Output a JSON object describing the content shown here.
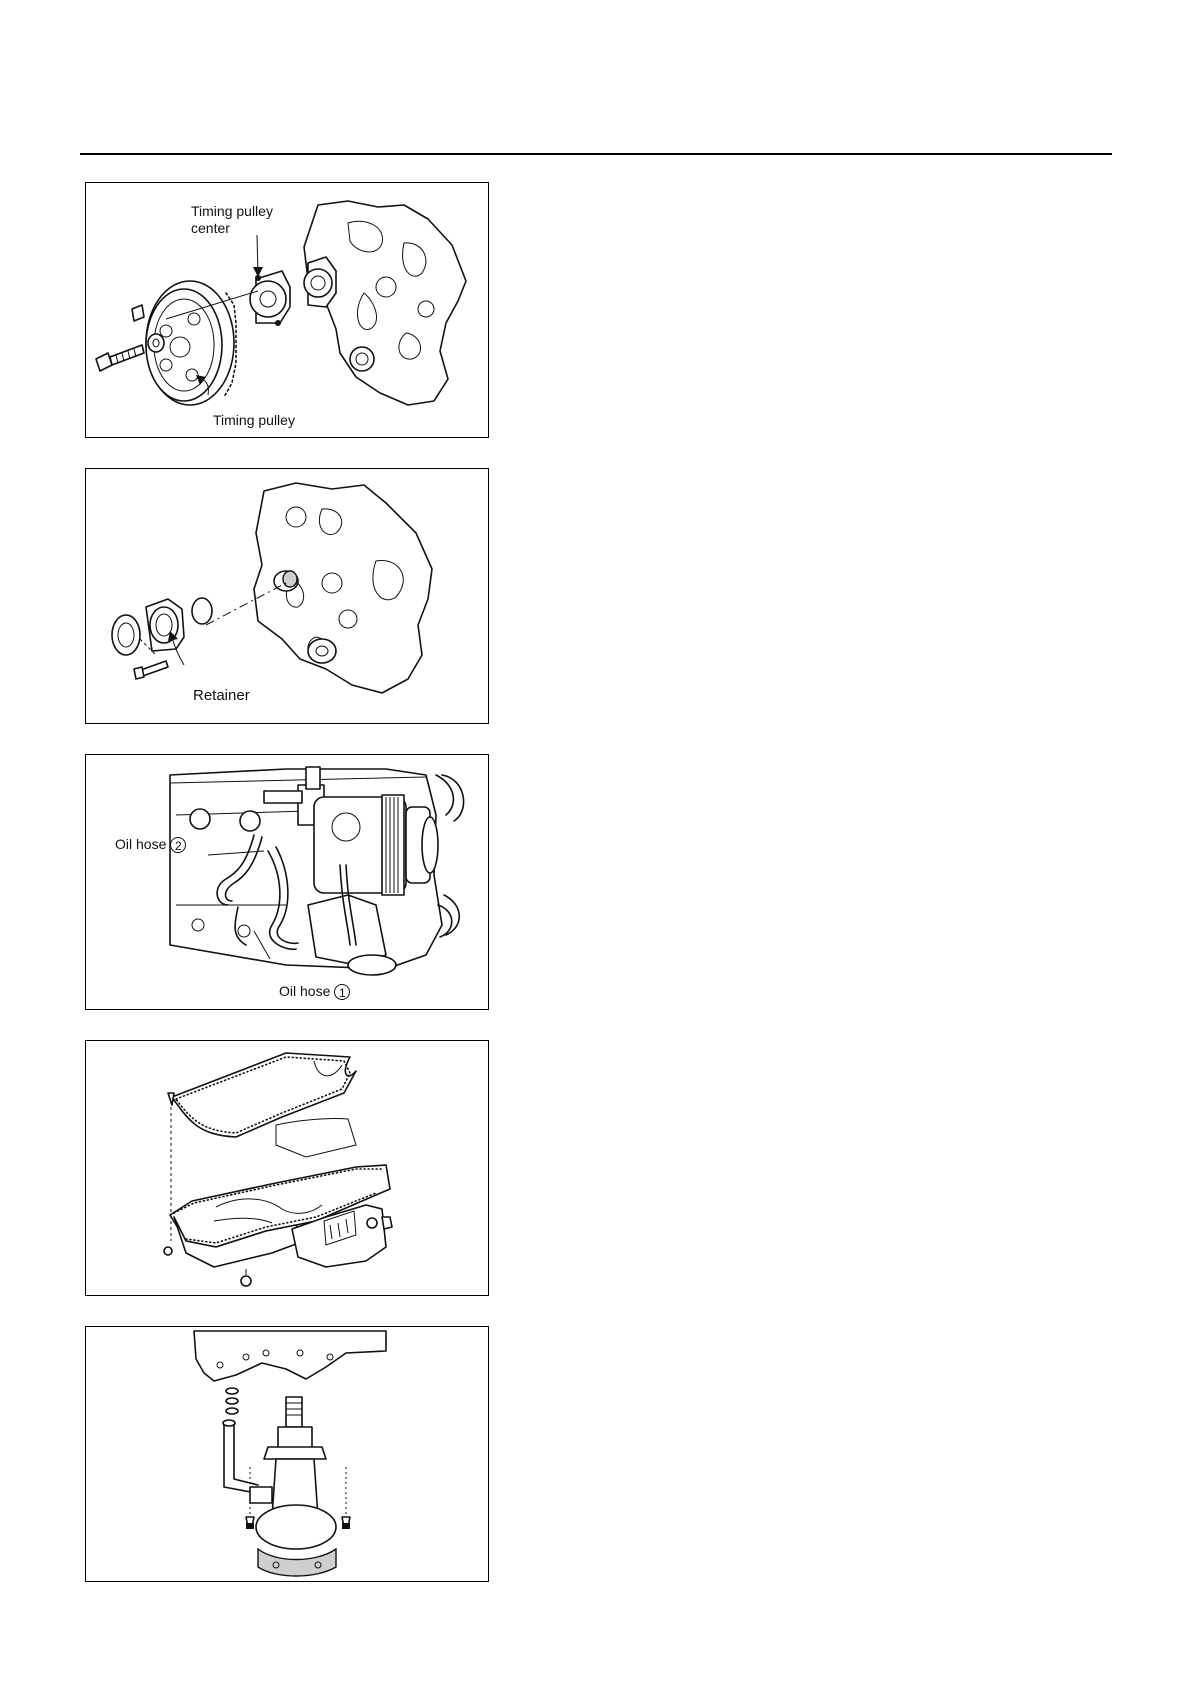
{
  "figures": [
    {
      "id": "fig1",
      "labels": {
        "pulley_center_line1": "Timing pulley",
        "pulley_center_line2": "center",
        "pulley": "Timing pulley"
      }
    },
    {
      "id": "fig2",
      "labels": {
        "retainer": "Retainer"
      }
    },
    {
      "id": "fig3",
      "labels": {
        "oil_hose_2": "Oil hose",
        "oil_hose_2_num": "2",
        "oil_hose_1": "Oil hose",
        "oil_hose_1_num": "1"
      }
    },
    {
      "id": "fig4",
      "labels": {}
    },
    {
      "id": "fig5",
      "labels": {}
    }
  ]
}
